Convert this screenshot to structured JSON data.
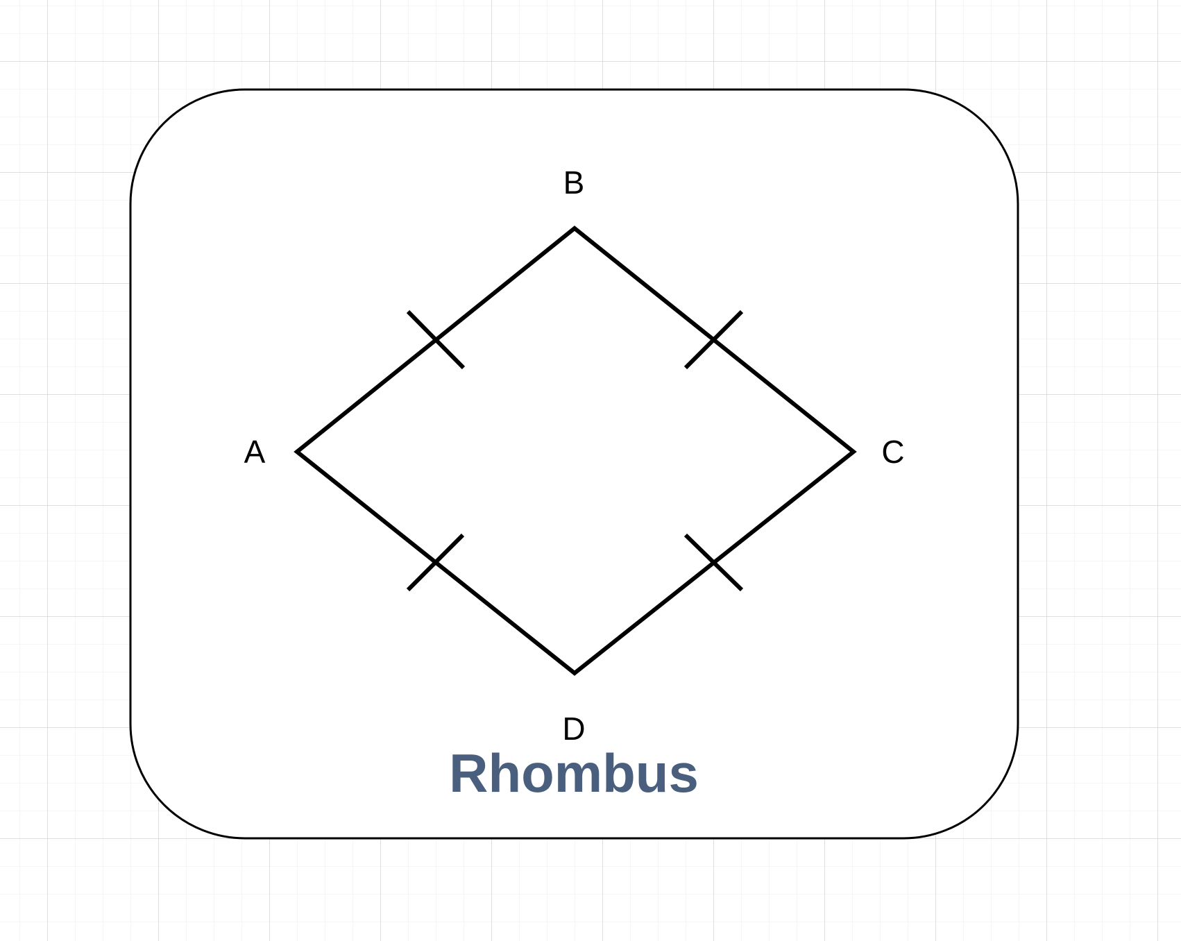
{
  "colors": {
    "canvas_background": "#ffffff",
    "grid_major": "#d4d4d4",
    "grid_minor": "#ececec",
    "card_fill": "#ffffff",
    "card_stroke": "#000000",
    "shape_stroke": "#000000",
    "caption": "#4a5f7e"
  },
  "diagram": {
    "shape": "rhombus",
    "vertices": {
      "A": "A",
      "B": "B",
      "C": "C",
      "D": "D"
    },
    "sides_marked_equal": [
      "AB",
      "BC",
      "CD",
      "DA"
    ],
    "tick_marks_per_side": 1,
    "caption": "Rhombus"
  }
}
